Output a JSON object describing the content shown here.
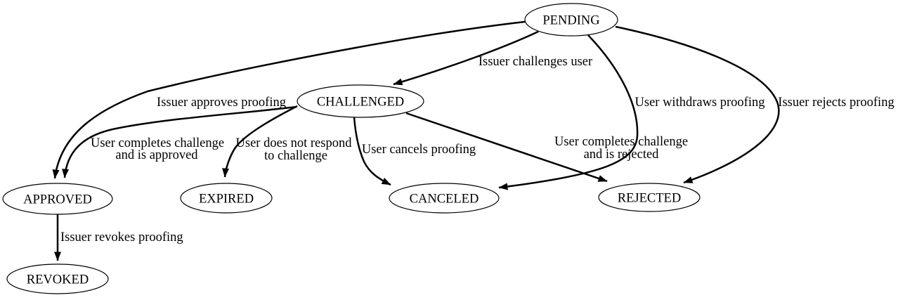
{
  "diagram": {
    "type": "state-transition-graph",
    "colors": {
      "background": "#ffffff",
      "node_fill": "#ffffff",
      "node_stroke": "#000000",
      "edge_stroke": "#000000",
      "text": "#000000"
    },
    "nodes": [
      {
        "id": "pending",
        "label": "PENDING"
      },
      {
        "id": "challenged",
        "label": "CHALLENGED"
      },
      {
        "id": "approved",
        "label": "APPROVED"
      },
      {
        "id": "expired",
        "label": "EXPIRED"
      },
      {
        "id": "canceled",
        "label": "CANCELED"
      },
      {
        "id": "rejected",
        "label": "REJECTED"
      },
      {
        "id": "revoked",
        "label": "REVOKED"
      }
    ],
    "transitions": [
      {
        "from": "PENDING",
        "to": "CHALLENGED",
        "label": "Issuer challenges user",
        "lines": [
          "Issuer challenges user"
        ]
      },
      {
        "from": "PENDING",
        "to": "APPROVED",
        "label": "Issuer approves proofing",
        "lines": [
          "Issuer approves proofing"
        ]
      },
      {
        "from": "PENDING",
        "to": "CANCELED",
        "label": "User withdraws proofing",
        "lines": [
          "User withdraws proofing"
        ]
      },
      {
        "from": "PENDING",
        "to": "REJECTED",
        "label": "Issuer rejects proofing",
        "lines": [
          "Issuer rejects proofing"
        ]
      },
      {
        "from": "CHALLENGED",
        "to": "APPROVED",
        "label": "User completes challenge and is approved",
        "lines": [
          "User completes challenge",
          "and is approved"
        ]
      },
      {
        "from": "CHALLENGED",
        "to": "EXPIRED",
        "label": "User does not respond to challenge",
        "lines": [
          "User does not respond",
          "to challenge"
        ]
      },
      {
        "from": "CHALLENGED",
        "to": "CANCELED",
        "label": "User cancels proofing",
        "lines": [
          "User cancels proofing"
        ]
      },
      {
        "from": "CHALLENGED",
        "to": "REJECTED",
        "label": "User completes challenge and is rejected",
        "lines": [
          "User completes challenge",
          "and is rejected"
        ]
      },
      {
        "from": "APPROVED",
        "to": "REVOKED",
        "label": "Issuer revokes proofing",
        "lines": [
          "Issuer revokes proofing"
        ]
      }
    ]
  }
}
